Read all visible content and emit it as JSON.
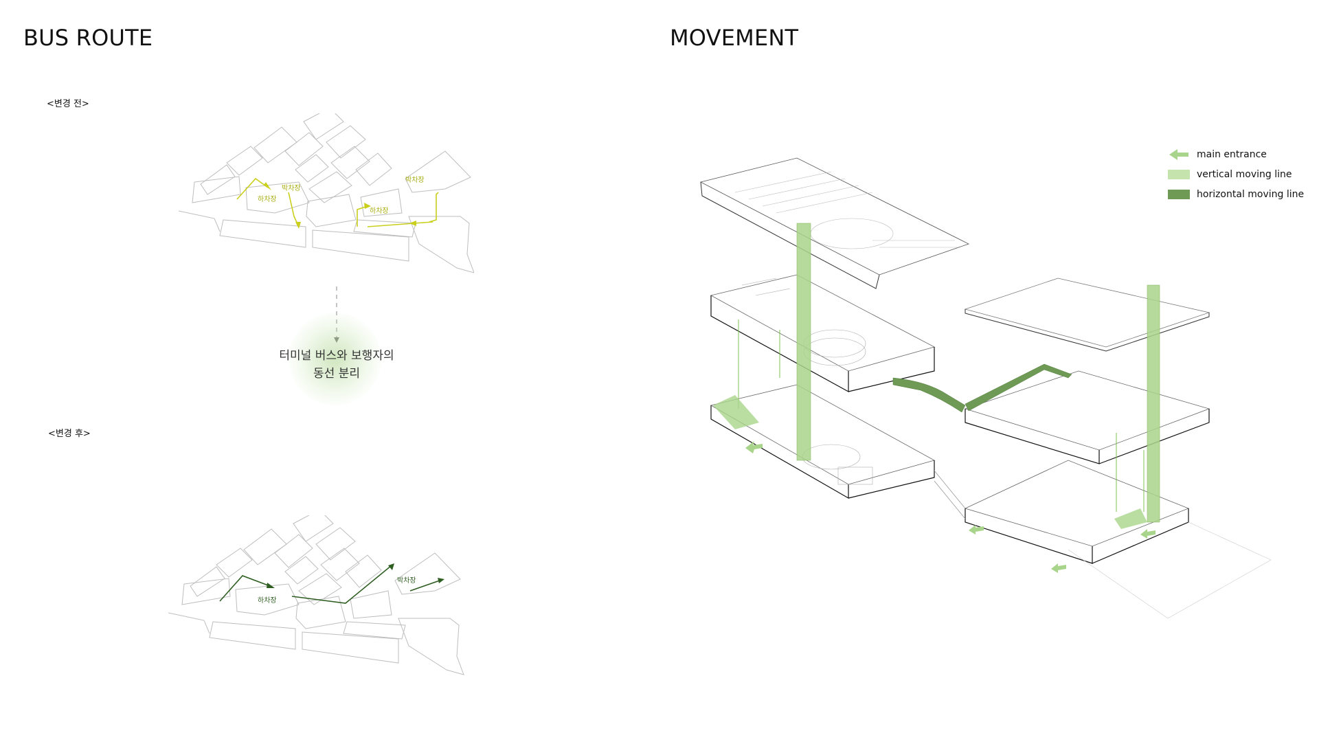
{
  "headings": {
    "bus_route": "BUS ROUTE",
    "movement": "MOVEMENT"
  },
  "before": {
    "label": "<변경 전>",
    "tags": [
      "박차장",
      "하차장",
      "하차장",
      "박차장"
    ]
  },
  "after": {
    "label": "<변경 후>",
    "tags": [
      "하차장",
      "박차장"
    ]
  },
  "note": {
    "line1": "터미널 버스와 보행자의",
    "line2": "동선 분리"
  },
  "legend": [
    {
      "label": "main entrance",
      "icon": "arrow-icon",
      "color": "#a9d48b"
    },
    {
      "label": "vertical moving line",
      "icon": "swatch-icon",
      "color": "#c5e3ad"
    },
    {
      "label": "horizontal moving line",
      "icon": "swatch-icon",
      "color": "#6f9a55"
    }
  ],
  "colors": {
    "before_route": "#c9cf1a",
    "after_route": "#2f5e22",
    "vertical": "#a9d48b",
    "horizontal": "#5f8a45"
  }
}
